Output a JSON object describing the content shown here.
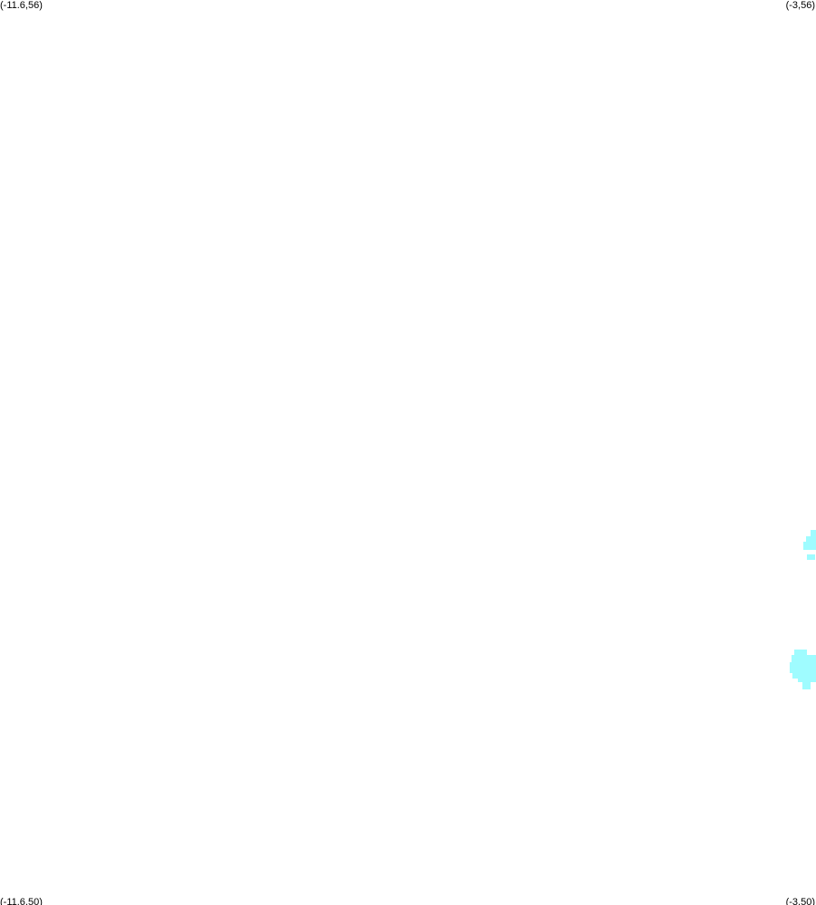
{
  "map": {
    "corners": {
      "top_left": "(-11.6,56)",
      "top_right": "(-3,56)",
      "bottom_left": "(-11.6,50)",
      "bottom_right": "(-3,50)"
    },
    "extent": {
      "lon_min": -11.6,
      "lon_max": -3,
      "lat_min": 50,
      "lat_max": 56
    },
    "background_color": "#ffffff",
    "land_color": "#9ffcff"
  }
}
